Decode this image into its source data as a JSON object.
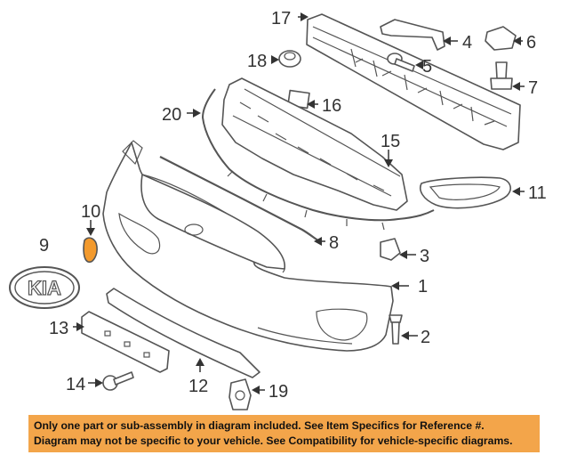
{
  "callouts": {
    "c1": "1",
    "c2": "2",
    "c3": "3",
    "c4": "4",
    "c5": "5",
    "c6": "6",
    "c7": "7",
    "c8": "8",
    "c9": "9",
    "c10": "10",
    "c11": "11",
    "c12": "12",
    "c13": "13",
    "c14": "14",
    "c15": "15",
    "c16": "16",
    "c17": "17",
    "c18": "18",
    "c19": "19",
    "c20": "20"
  },
  "emblem_text": "KIA",
  "highlight_color": "#f39a2d",
  "footer": {
    "line1": "Only one part or sub-assembly in diagram included. See Item Specifics for Reference #.",
    "line2": "Diagram may not be specific to your vehicle. See Compatibility for vehicle-specific diagrams.",
    "background": "#f3a54a"
  }
}
